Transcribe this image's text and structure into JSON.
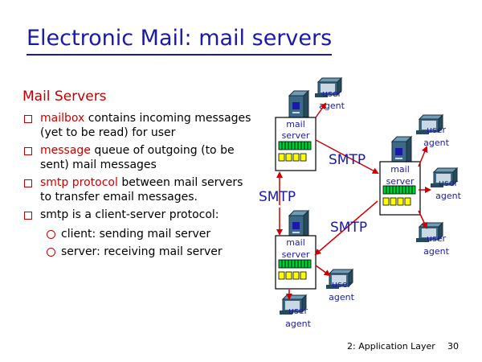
{
  "slide": {
    "title": "Electronic Mail: mail servers",
    "subtitle": "Mail Servers",
    "bullets": [
      {
        "highlight": "mailbox",
        "text": " contains incoming messages (yet to be read) for user"
      },
      {
        "highlight": "message",
        "text": " queue of outgoing (to be sent) mail messages"
      },
      {
        "highlight": "smtp protocol",
        "text": " between mail servers to transfer email messages."
      },
      {
        "highlight": "",
        "text": "smtp is a client-server protocol:"
      }
    ],
    "sub_bullets": [
      "client: sending mail server",
      "server: receiving mail server"
    ]
  },
  "diagram": {
    "mail_server_label_1": "mail",
    "mail_server_label_2": "server",
    "user_agent_label_1": "user",
    "user_agent_label_2": "agent",
    "smtp_label": "SMTP"
  },
  "footer": {
    "chapter": "2: Application Layer",
    "page": "30"
  },
  "colors": {
    "title": "#1a1aa6",
    "highlight": "#cc0000",
    "arrow": "#cc0000",
    "queue_green": "#00cc33",
    "queue_yellow": "#ffff00"
  }
}
